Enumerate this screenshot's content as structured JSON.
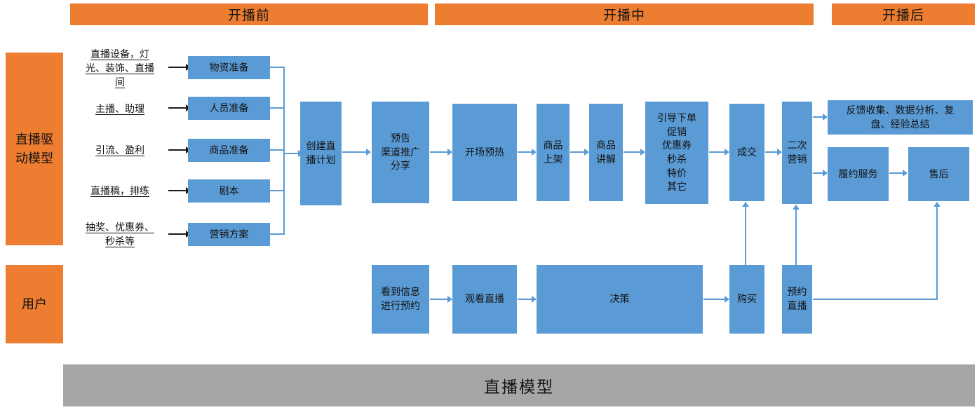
{
  "phases": [
    {
      "label": "开播前"
    },
    {
      "label": "开播中"
    },
    {
      "label": "开播后"
    }
  ],
  "lanes": {
    "model_label": "直播驱\n动模型",
    "user_label": "用户"
  },
  "prep": {
    "notes": [
      {
        "label": "直播设备，灯\n光、装饰、直播\n间"
      },
      {
        "label": "主播、助理"
      },
      {
        "label": "引流、盈利"
      },
      {
        "label": "直播稿，排练"
      },
      {
        "label": "抽奖、优惠券、\n秒杀等"
      }
    ],
    "boxes": [
      {
        "label": "物资准备"
      },
      {
        "label": "人员准备"
      },
      {
        "label": "商品准备"
      },
      {
        "label": "剧本"
      },
      {
        "label": "营销方案"
      }
    ]
  },
  "flow": {
    "create_plan": "创建直\n播计划",
    "promo": "预告\n渠道推广\n分享",
    "warmup": "开场预热",
    "listing": "商品\n上架",
    "explain": "商品\n讲解",
    "conversion": "引导下单\n促销\n优惠券\n秒杀\n特价\n其它",
    "deal": "成交",
    "remarketing": "二次\n营销",
    "feedback": "反馈收集、数据分析、复\n盘、经验总结",
    "fulfillment": "履约服务",
    "aftersales": "售后"
  },
  "user_flow": {
    "see_info": "看到信息\n进行预约",
    "watch": "观看直播",
    "decision": "决策",
    "purchase": "购买",
    "reserve": "预约\n直播"
  },
  "footer": {
    "title": "直播模型"
  },
  "colors": {
    "orange": "#ED7D31",
    "blue": "#5B9BD5",
    "gray": "#A6A6A6",
    "arrow_black": "#1A1A1A"
  }
}
